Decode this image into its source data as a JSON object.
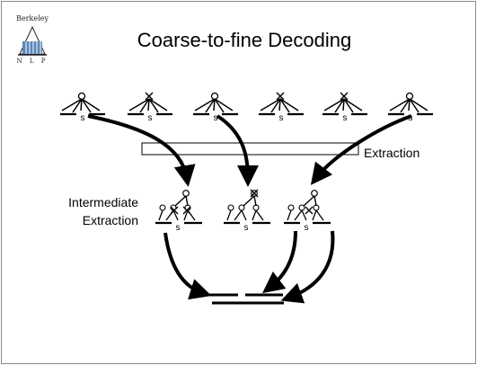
{
  "logo": {
    "name": "Berkeley",
    "letters": "N L P"
  },
  "title": "Coarse-to-fine Decoding",
  "labels": {
    "extraction": "Extraction",
    "intermediate_line1": "Intermediate",
    "intermediate_line2": "Extraction"
  },
  "node_symbol": "s",
  "colors": {
    "ink": "#000000",
    "logo_blue": "#5a86b8",
    "border": "#8a8a8a"
  }
}
